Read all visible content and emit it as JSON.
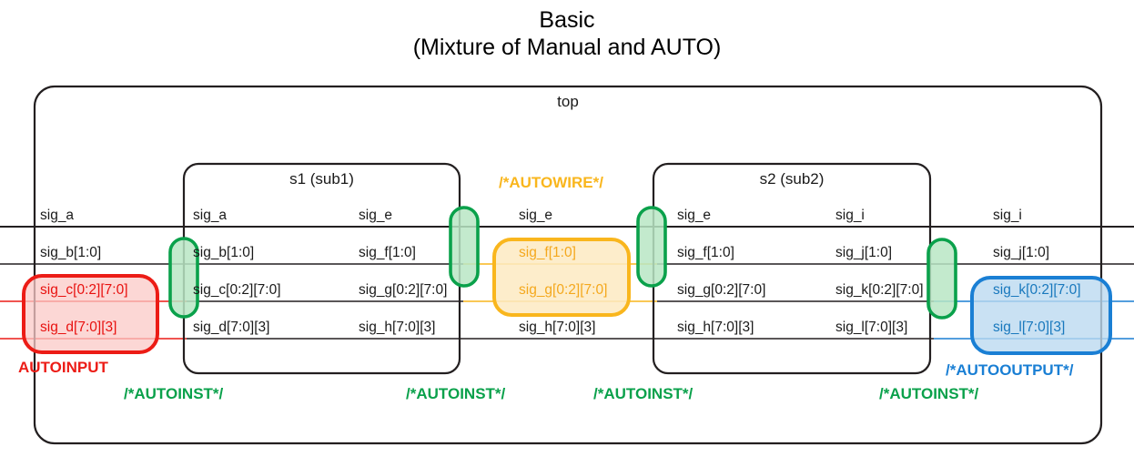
{
  "title": {
    "line1": "Basic",
    "line2": "(Mixture of Manual and AUTO)"
  },
  "modules": {
    "top": {
      "label": "top"
    },
    "s1": {
      "label": "s1 (sub1)"
    },
    "s2": {
      "label": "s2 (sub2)"
    }
  },
  "tags": {
    "autowire": "/*AUTOWIRE*/",
    "autoinput": "AUTOINPUT",
    "autooutput": "/*AUTOOUTPUT*/",
    "autoinst_1": "/*AUTOINST*/",
    "autoinst_2": "/*AUTOINST*/",
    "autoinst_3": "/*AUTOINST*/",
    "autoinst_4": "/*AUTOINST*/"
  },
  "colors": {
    "green": "#0aa14b",
    "green_fill": "#b8e6c4",
    "red": "#ec1c16",
    "red_fill": "#fbc9c7",
    "yellow": "#f9b61d",
    "yellow_fill": "#fdeac2",
    "blue": "#1a7fd4",
    "blue_fill": "#bcd9f0",
    "line_black": "#231f20"
  },
  "columns": {
    "c1": {
      "name": "top-left-ports",
      "signals": [
        {
          "text": "sig_a",
          "color": "black"
        },
        {
          "text": "sig_b[1:0]",
          "color": "black"
        },
        {
          "text": "sig_c[0:2][7:0]",
          "color": "red"
        },
        {
          "text": "sig_d[7:0][3]",
          "color": "red"
        }
      ]
    },
    "c2": {
      "name": "s1-left-ports",
      "signals": [
        {
          "text": "sig_a",
          "color": "black"
        },
        {
          "text": "sig_b[1:0]",
          "color": "black"
        },
        {
          "text": "sig_c[0:2][7:0]",
          "color": "black"
        },
        {
          "text": "sig_d[7:0][3]",
          "color": "black"
        }
      ]
    },
    "c3": {
      "name": "s1-right-ports",
      "signals": [
        {
          "text": "sig_e",
          "color": "black"
        },
        {
          "text": "sig_f[1:0]",
          "color": "black"
        },
        {
          "text": "sig_g[0:2][7:0]",
          "color": "black"
        },
        {
          "text": "sig_h[7:0][3]",
          "color": "black"
        }
      ]
    },
    "c4": {
      "name": "autowire-signals",
      "signals": [
        {
          "text": "sig_e",
          "color": "black"
        },
        {
          "text": "sig_f[1:0]",
          "color": "yellow"
        },
        {
          "text": "sig_g[0:2][7:0]",
          "color": "yellow"
        },
        {
          "text": "sig_h[7:0][3]",
          "color": "black"
        }
      ]
    },
    "c5": {
      "name": "s2-left-ports",
      "signals": [
        {
          "text": "sig_e",
          "color": "black"
        },
        {
          "text": "sig_f[1:0]",
          "color": "black"
        },
        {
          "text": "sig_g[0:2][7:0]",
          "color": "black"
        },
        {
          "text": "sig_h[7:0][3]",
          "color": "black"
        }
      ]
    },
    "c6": {
      "name": "s2-right-ports",
      "signals": [
        {
          "text": "sig_i",
          "color": "black"
        },
        {
          "text": "sig_j[1:0]",
          "color": "black"
        },
        {
          "text": "sig_k[0:2][7:0]",
          "color": "black"
        },
        {
          "text": "sig_l[7:0][3]",
          "color": "black"
        }
      ]
    },
    "c7": {
      "name": "top-right-ports",
      "signals": [
        {
          "text": "sig_i",
          "color": "black"
        },
        {
          "text": "sig_j[1:0]",
          "color": "black"
        },
        {
          "text": "sig_k[0:2][7:0]",
          "color": "blue"
        },
        {
          "text": "sig_l[7:0][3]",
          "color": "blue"
        }
      ]
    }
  }
}
